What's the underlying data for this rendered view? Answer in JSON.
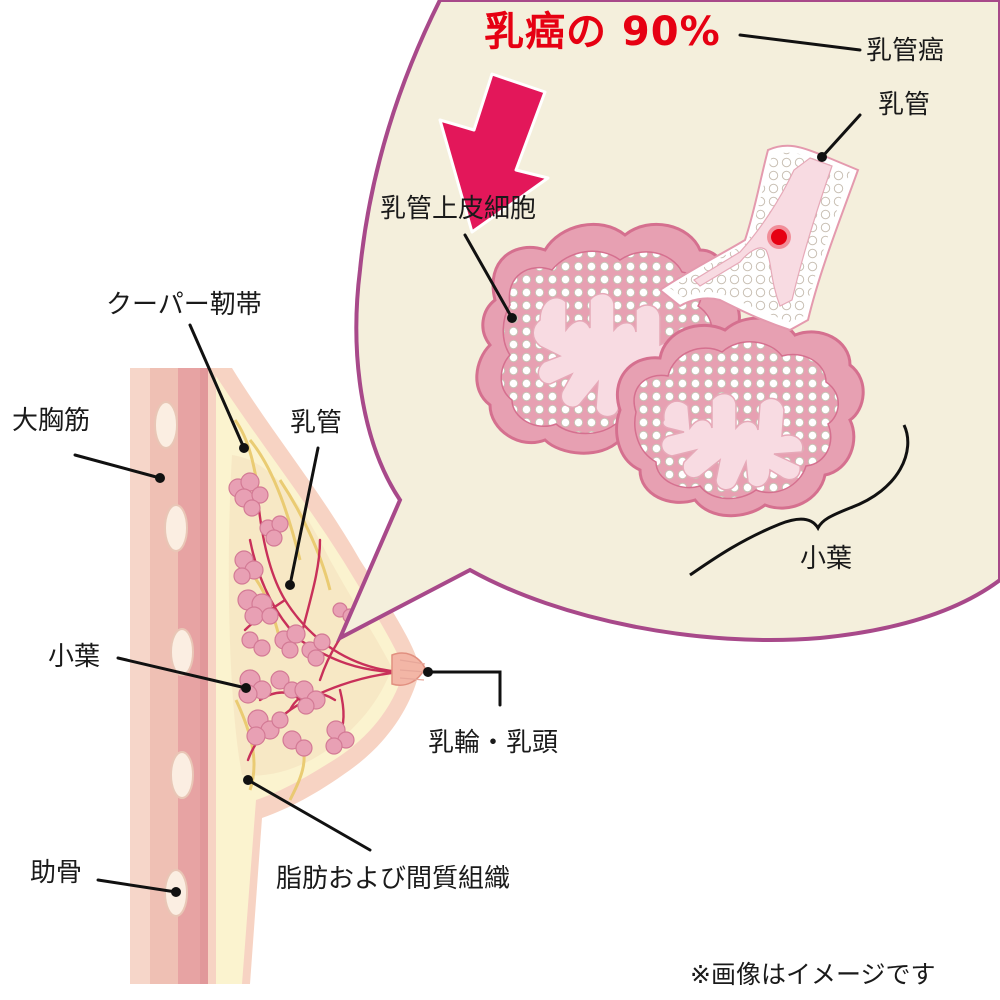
{
  "headline": "乳癌の 90%",
  "labels": {
    "ductal_carcinoma": "乳管癌",
    "duct_zoom": "乳管",
    "epithelial_cells": "乳管上皮細胞",
    "lobule_zoom": "小葉",
    "cooper_ligament": "クーパー靭帯",
    "pectoralis_major": "大胸筋",
    "duct_breast": "乳管",
    "lobule_breast": "小葉",
    "areola_nipple": "乳輪・乳頭",
    "ribs": "助骨",
    "fat_stroma": "脂肪および間質組織"
  },
  "note": "※画像はイメージです",
  "colors": {
    "bubble_fill": "#f4efdc",
    "bubble_stroke": "#a8498a",
    "headline": "#e60012",
    "arrow": "#e3175a",
    "tissue_pink": "#e28ea0",
    "tissue_light": "#f8dbe2",
    "duct_line": "#c8305a",
    "muscle": "#e7a3a3",
    "fat": "#fbf3cf",
    "tumor": "#e60012"
  }
}
